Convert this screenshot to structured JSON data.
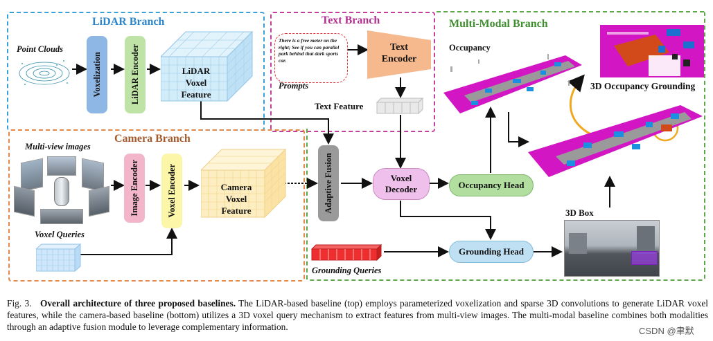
{
  "branches": {
    "lidar": {
      "title": "LiDAR Branch",
      "color": "#3aa0d8"
    },
    "text": {
      "title": "Text Branch",
      "color": "#c2409c"
    },
    "camera": {
      "title": "Camera Branch",
      "color": "#e3894a"
    },
    "multimodal": {
      "title": "Multi-Modal Branch",
      "color": "#5fa84a"
    }
  },
  "lidar": {
    "input_label": "Point Clouds",
    "voxelization": "Voxelization",
    "encoder": "LiDAR Encoder",
    "feature": [
      "LiDAR",
      "Voxel",
      "Feature"
    ]
  },
  "text": {
    "prompt_text": "There is a free meter on the right; See if you can parallel park behind that dark sports car.",
    "prompts_label": "Prompts",
    "encoder": [
      "Text",
      "Encoder"
    ],
    "feature_label": "Text Feature"
  },
  "camera": {
    "input_label": "Multi-view images",
    "image_encoder": "Image Encoder",
    "voxel_encoder": "Voxel Encoder",
    "feature": [
      "Camera",
      "Voxel",
      "Feature"
    ],
    "queries_label": "Voxel Queries"
  },
  "multimodal": {
    "adaptive_fusion": "Adaptive Fusion",
    "voxel_decoder": [
      "Voxel",
      "Decoder"
    ],
    "occupancy_head": "Occupancy Head",
    "grounding_head": "Grounding Head",
    "grounding_queries": "Grounding Queries",
    "occupancy_label": "Occupancy",
    "grounding_3d_label": "3D Occupancy Grounding",
    "box_label": "3D Box"
  },
  "caption": {
    "fig": "Fig. 3.",
    "title": "Overall architecture of three proposed baselines.",
    "body": "The LiDAR-based baseline (top) employs parameterized voxelization and sparse 3D convolutions to generate LiDAR voxel features, while the camera-based baseline (bottom) utilizes a 3D voxel query mechanism to extract features from multi-view images. The multi-modal baseline combines both modalities through an adaptive fusion module to leverage complementary information.",
    "watermark": "CSDN @聿默"
  },
  "colors": {
    "voxelization": "#8fb7e6",
    "lidar_encoder": "#bfe3a6",
    "text_encoder": "#f6b98e",
    "image_encoder": "#f3b5c9",
    "voxel_encoder": "#fbf6a8",
    "adaptive_fusion": "#9a9a9a",
    "voxel_decoder": "#f0c0ec",
    "occupancy_head": "#b2dea0",
    "grounding_head": "#bfe0f2",
    "lidar_cube": "#d3ecfa",
    "camera_cube": "#fdeec2",
    "query_cube": "#cfe6fb",
    "grounding_cube": "#ef2f2f",
    "occupancy_magenta": "#d316c4"
  }
}
